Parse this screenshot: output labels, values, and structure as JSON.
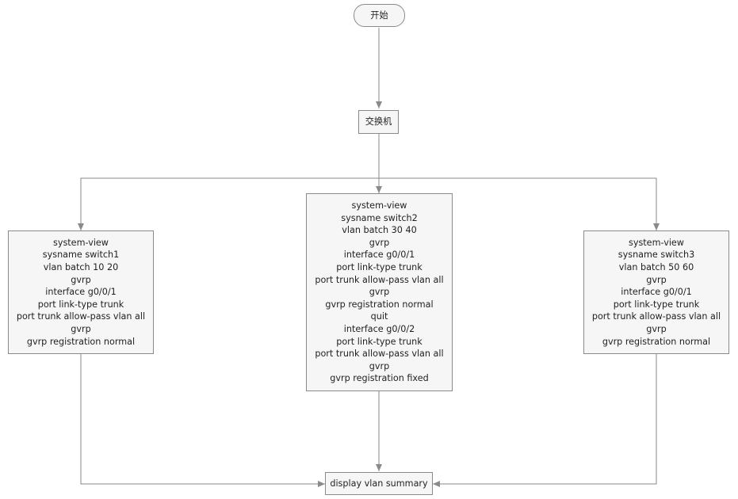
{
  "colors": {
    "edge": "#8a8a8a",
    "node_fill": "#f6f6f6",
    "node_border": "#8a8a8a"
  },
  "start": {
    "label": "开始"
  },
  "switch_node": {
    "label": "交换机"
  },
  "switch1": {
    "lines": [
      "system-view",
      "sysname switch1",
      "vlan batch 10 20",
      "gvrp",
      "interface g0/0/1",
      "port link-type trunk",
      "port trunk allow-pass vlan all",
      "gvrp",
      "gvrp registration normal"
    ]
  },
  "switch2": {
    "lines": [
      "system-view",
      "sysname switch2",
      "vlan batch 30 40",
      "gvrp",
      "interface g0/0/1",
      "port link-type trunk",
      "port trunk allow-pass vlan all",
      "gvrp",
      "gvrp registration normal",
      "quit",
      "interface g0/0/2",
      "port link-type trunk",
      "port trunk allow-pass vlan all",
      "gvrp",
      "gvrp registration fixed"
    ]
  },
  "switch3": {
    "lines": [
      "system-view",
      "sysname switch3",
      "vlan batch 50 60",
      "gvrp",
      "interface g0/0/1",
      "port link-type trunk",
      "port trunk allow-pass vlan all",
      "gvrp",
      "gvrp registration normal"
    ]
  },
  "end": {
    "label": "display vlan summary"
  }
}
